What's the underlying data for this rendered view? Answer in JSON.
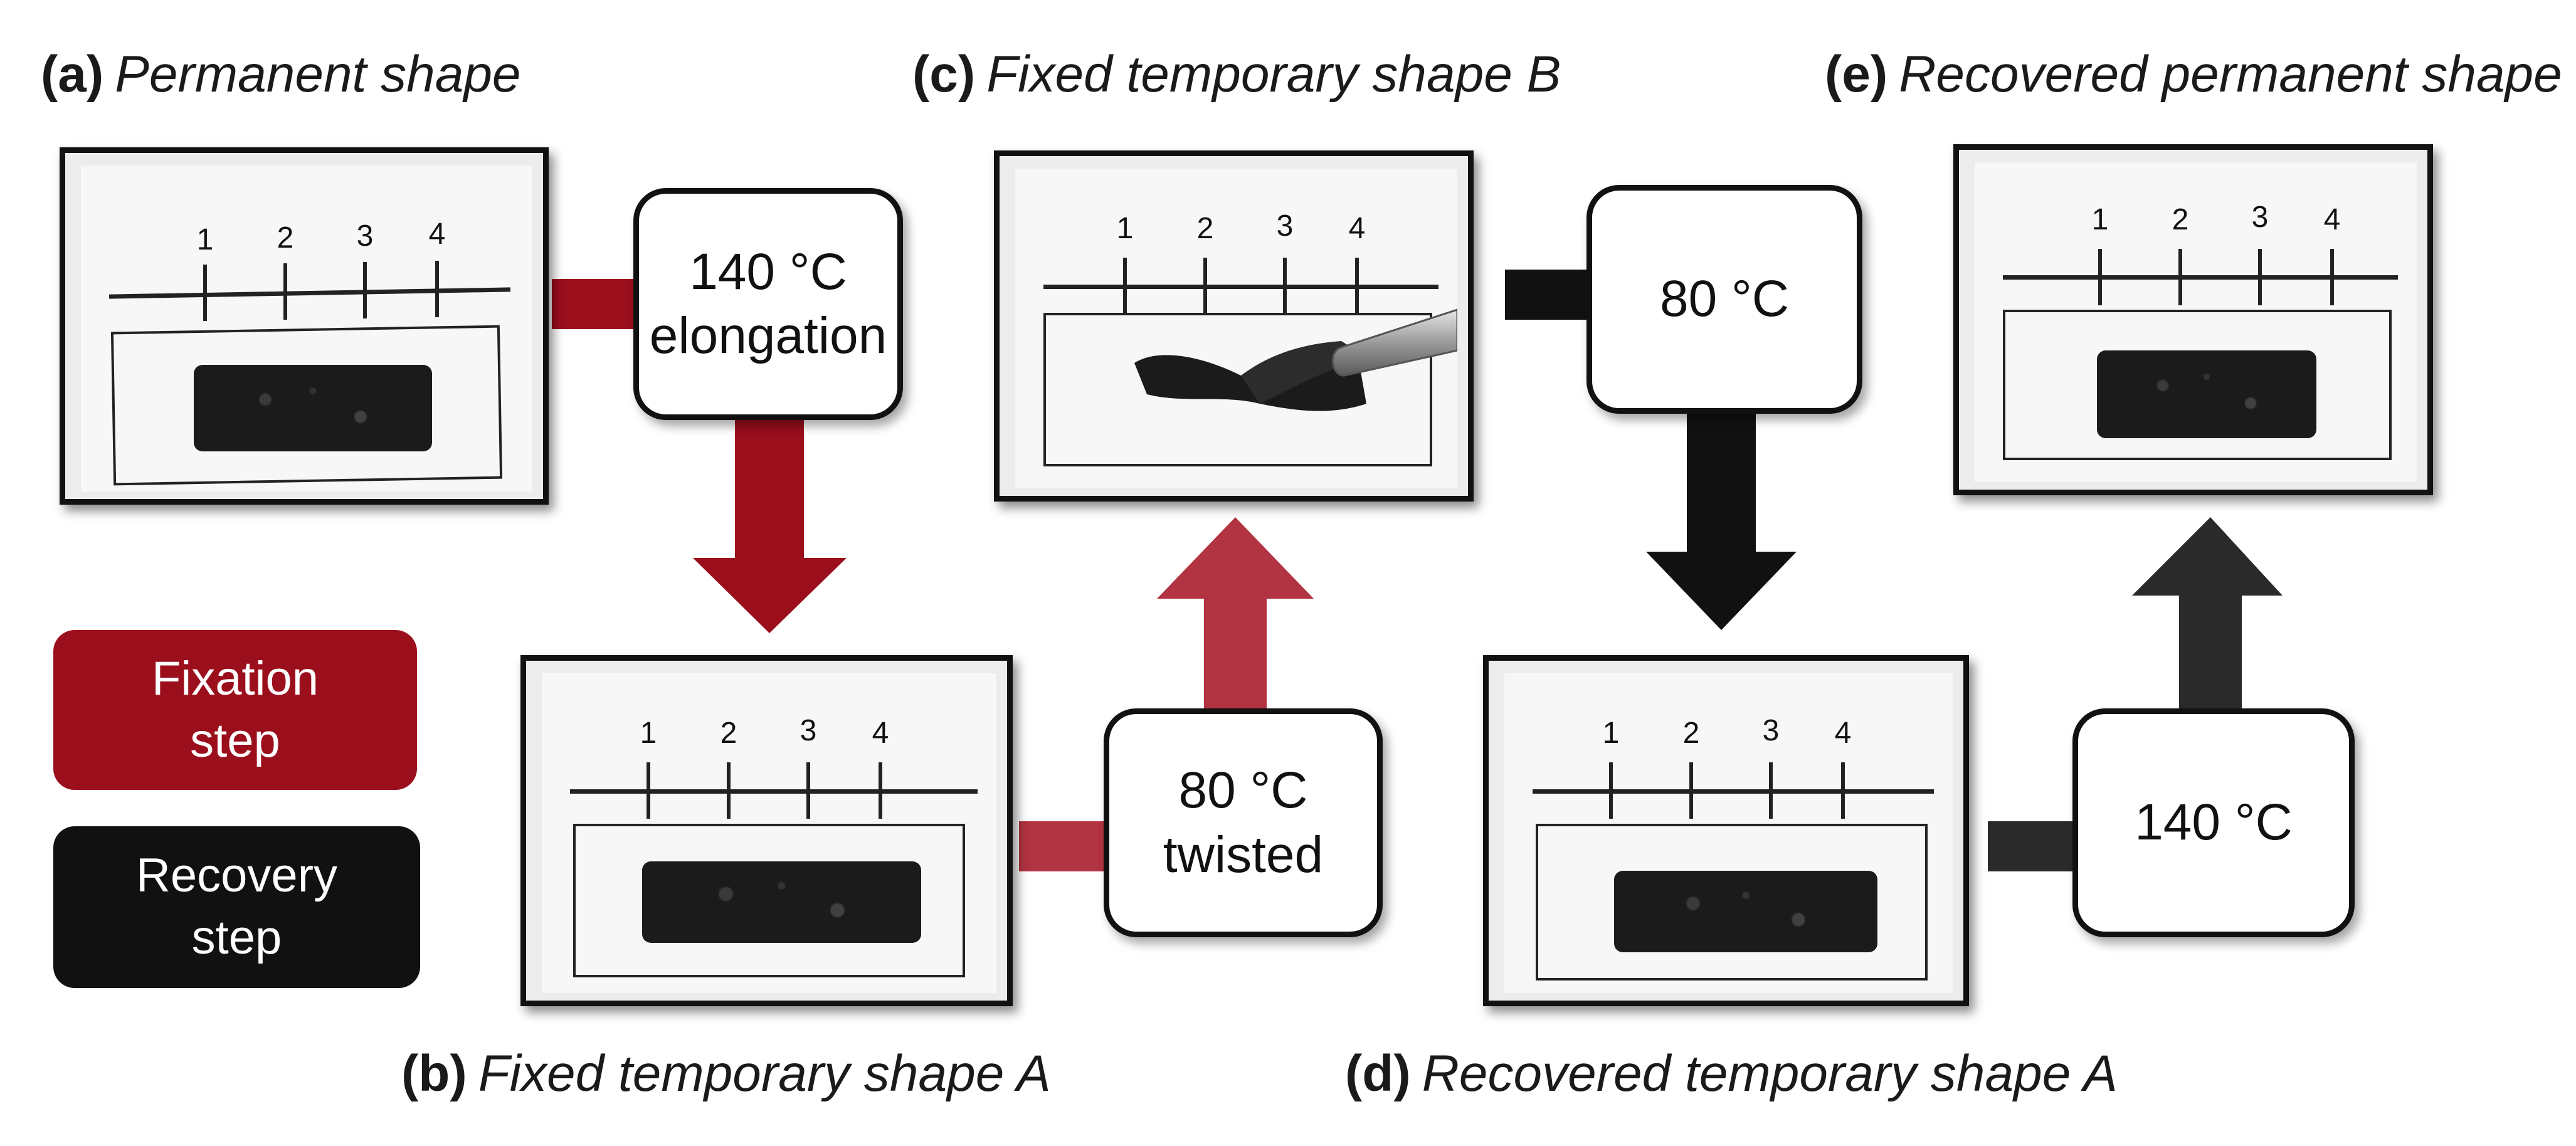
{
  "colors": {
    "fixation": "#9b0e1c",
    "fixation_light": "#b23341",
    "recovery": "#111111",
    "recovery_dark_gray": "#2a2a2a"
  },
  "captions": {
    "a": {
      "tag": "(a)",
      "text": "Permanent shape"
    },
    "b": {
      "tag": "(b)",
      "text": "Fixed temporary shape A"
    },
    "c": {
      "tag": "(c)",
      "text": "Fixed temporary shape B"
    },
    "d": {
      "tag": "(d)",
      "text": "Recovered temporary shape A"
    },
    "e": {
      "tag": "(e)",
      "text": "Recovered permanent shape"
    }
  },
  "ruler_ticks": [
    "1",
    "2",
    "3",
    "4"
  ],
  "conditions": {
    "step1": {
      "line1": "140 °C",
      "line2": "elongation"
    },
    "step2": {
      "line1": "80 °C",
      "line2": "twisted"
    },
    "step3": {
      "line1": "80 °C"
    },
    "step4": {
      "line1": "140 °C"
    }
  },
  "legend": {
    "fixation": {
      "line1": "Fixation",
      "line2": "step"
    },
    "recovery": {
      "line1": "Recovery",
      "line2": "step"
    }
  }
}
